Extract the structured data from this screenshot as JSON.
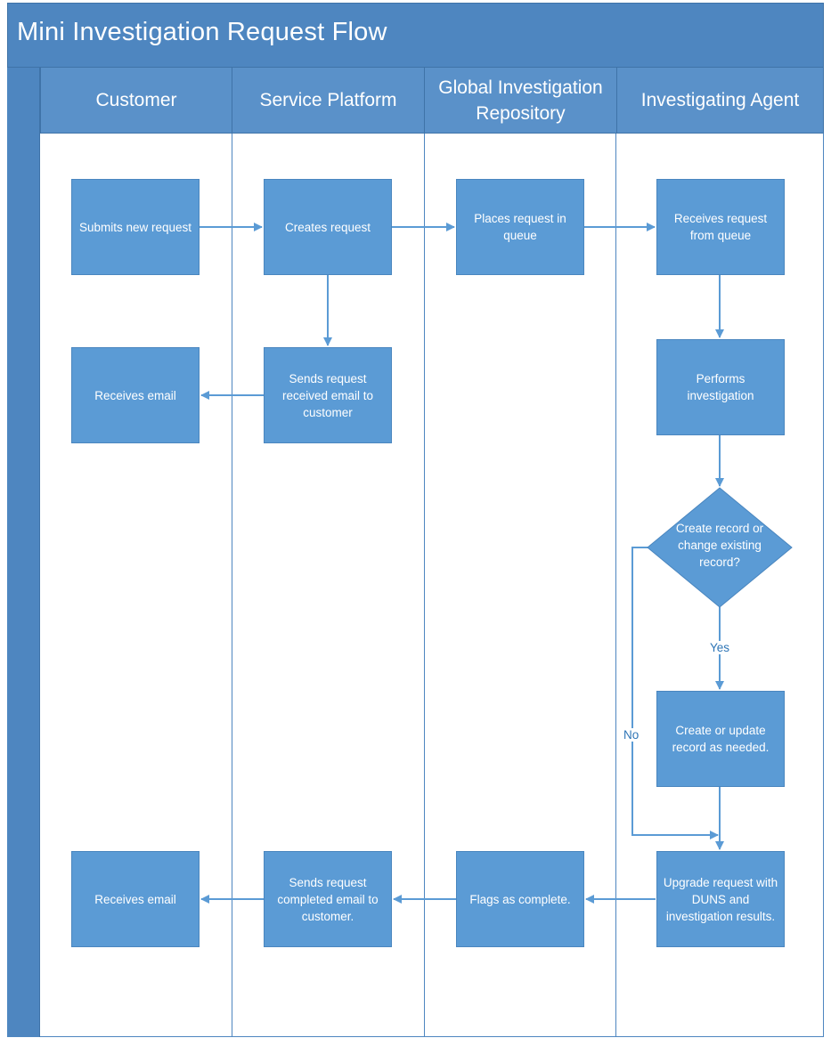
{
  "title": "Mini Investigation Request Flow",
  "lanes": [
    {
      "name": "Customer"
    },
    {
      "name": "Service Platform"
    },
    {
      "name": "Global Investigation Repository"
    },
    {
      "name": "Investigating Agent"
    }
  ],
  "nodes": {
    "submit": "Submits new request",
    "create": "Creates request",
    "place": "Places request in queue",
    "receive_queue": "Receives request from queue",
    "receive_email_1": "Receives email",
    "send_received": "Sends request received email to customer",
    "perform": "Performs investigation",
    "decision": "Create record or change existing record?",
    "create_update": "Create or update record as needed.",
    "upgrade": "Upgrade request with DUNS and investigation results.",
    "flags": "Flags as complete.",
    "send_completed": "Sends request completed email to customer.",
    "receive_email_2": "Receives email"
  },
  "edge_labels": {
    "yes": "Yes",
    "no": "No"
  },
  "colors": {
    "header": "#4e86c0",
    "box": "#5b9bd5",
    "arrow": "#5b9bd5"
  }
}
